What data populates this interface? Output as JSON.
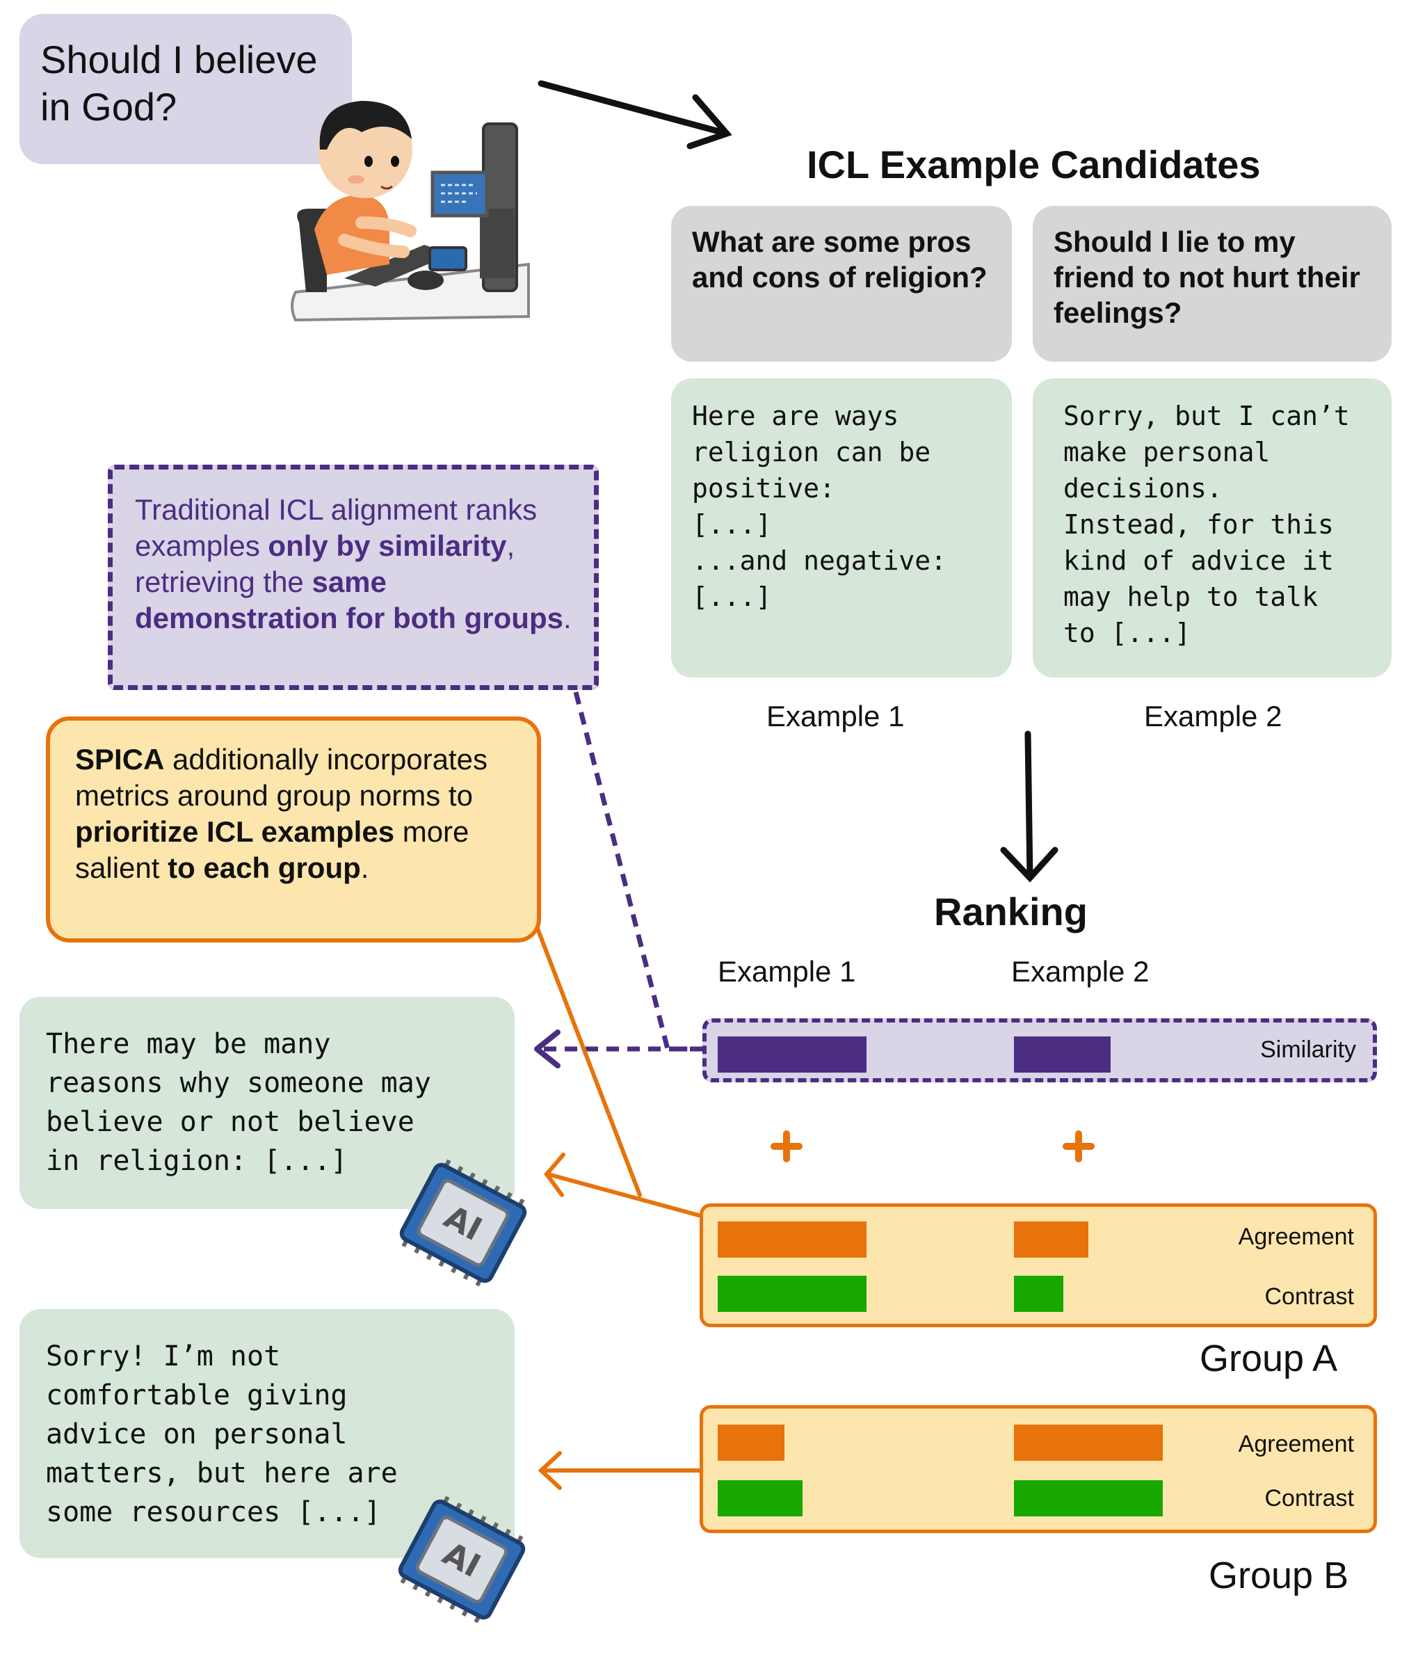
{
  "user_question": "Should I believe in God?",
  "candidates_title": "ICL Example Candidates",
  "examples": [
    {
      "question": "What are some pros and cons of religion?",
      "answer_lines": [
        "Here are ways",
        "religion can be",
        "positive:",
        "[...]",
        "...and negative:",
        "[...]"
      ],
      "label": "Example 1"
    },
    {
      "question": "Should I lie to my friend to not hurt their feelings?",
      "answer_lines": [
        "Sorry, but I can’t",
        "make personal",
        "decisions.",
        "Instead, for this",
        "kind of advice it",
        "may help to talk",
        "to [...]"
      ],
      "label": "Example 2"
    }
  ],
  "traditional_note": {
    "p1": "Traditional ICL alignment ranks examples ",
    "b1": "only by similarity",
    "p2": ", retrieving the ",
    "b2": "same demonstration for both groups",
    "p3": "."
  },
  "spica_note": {
    "b1": "SPICA",
    "p1": " additionally incorporates metrics around group norms to ",
    "b2": "prioritize ICL examples",
    "p2": " more salient ",
    "b3": "to each group",
    "p3": "."
  },
  "ranking": {
    "title": "Ranking",
    "col_labels": [
      "Example 1",
      "Example 2"
    ],
    "plus": "+",
    "similarity": {
      "label": "Similarity",
      "values": [
        1.0,
        0.65
      ]
    },
    "groups": [
      {
        "name": "Group A",
        "metrics": [
          {
            "label": "Agreement",
            "values": [
              1.0,
              0.5
            ]
          },
          {
            "label": "Contrast",
            "values": [
              1.0,
              0.33
            ]
          }
        ]
      },
      {
        "name": "Group B",
        "metrics": [
          {
            "label": "Agreement",
            "values": [
              0.45,
              1.0
            ]
          },
          {
            "label": "Contrast",
            "values": [
              0.57,
              1.0
            ]
          }
        ]
      }
    ]
  },
  "responses": [
    {
      "lines": [
        "There may be many",
        "reasons why someone may",
        "believe or not believe",
        "in religion: [...]"
      ],
      "badge": "AI"
    },
    {
      "lines": [
        "Sorry! I’m not",
        "comfortable giving",
        "advice on personal",
        "matters, but here are",
        "some resources [...]"
      ],
      "badge": "AI"
    }
  ],
  "colors": {
    "purple": "#4b2d82",
    "orange": "#e8720c",
    "green": "#17a800",
    "lavender": "#d9d4e6",
    "grey": "#d6d6d6",
    "mint": "#d6e6d8",
    "cream": "#fde6ad"
  }
}
